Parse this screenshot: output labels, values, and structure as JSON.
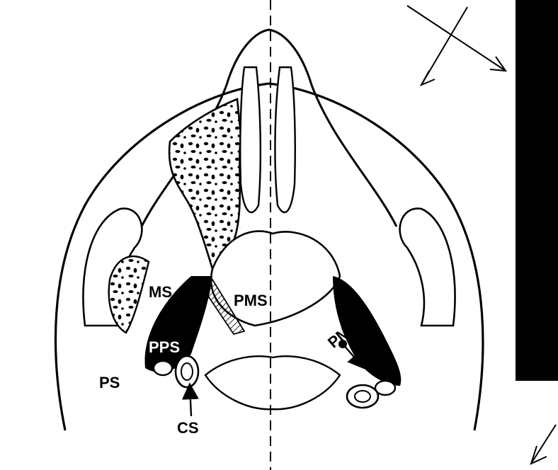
{
  "colors": {
    "ink": "#000000",
    "paper": "#ffffff",
    "ghost": "#b9b9b9",
    "hatch": "#000000"
  },
  "labels": {
    "ms": "MS",
    "pms_left": "PMS",
    "pms_right": "PMS",
    "pps": "PPS",
    "ps": "PS",
    "cs": "CS"
  },
  "icons": {
    "orientation_arrows": "double-headed-cross-arrows-icon",
    "corner_arrow": "arrow-down-left-icon"
  }
}
